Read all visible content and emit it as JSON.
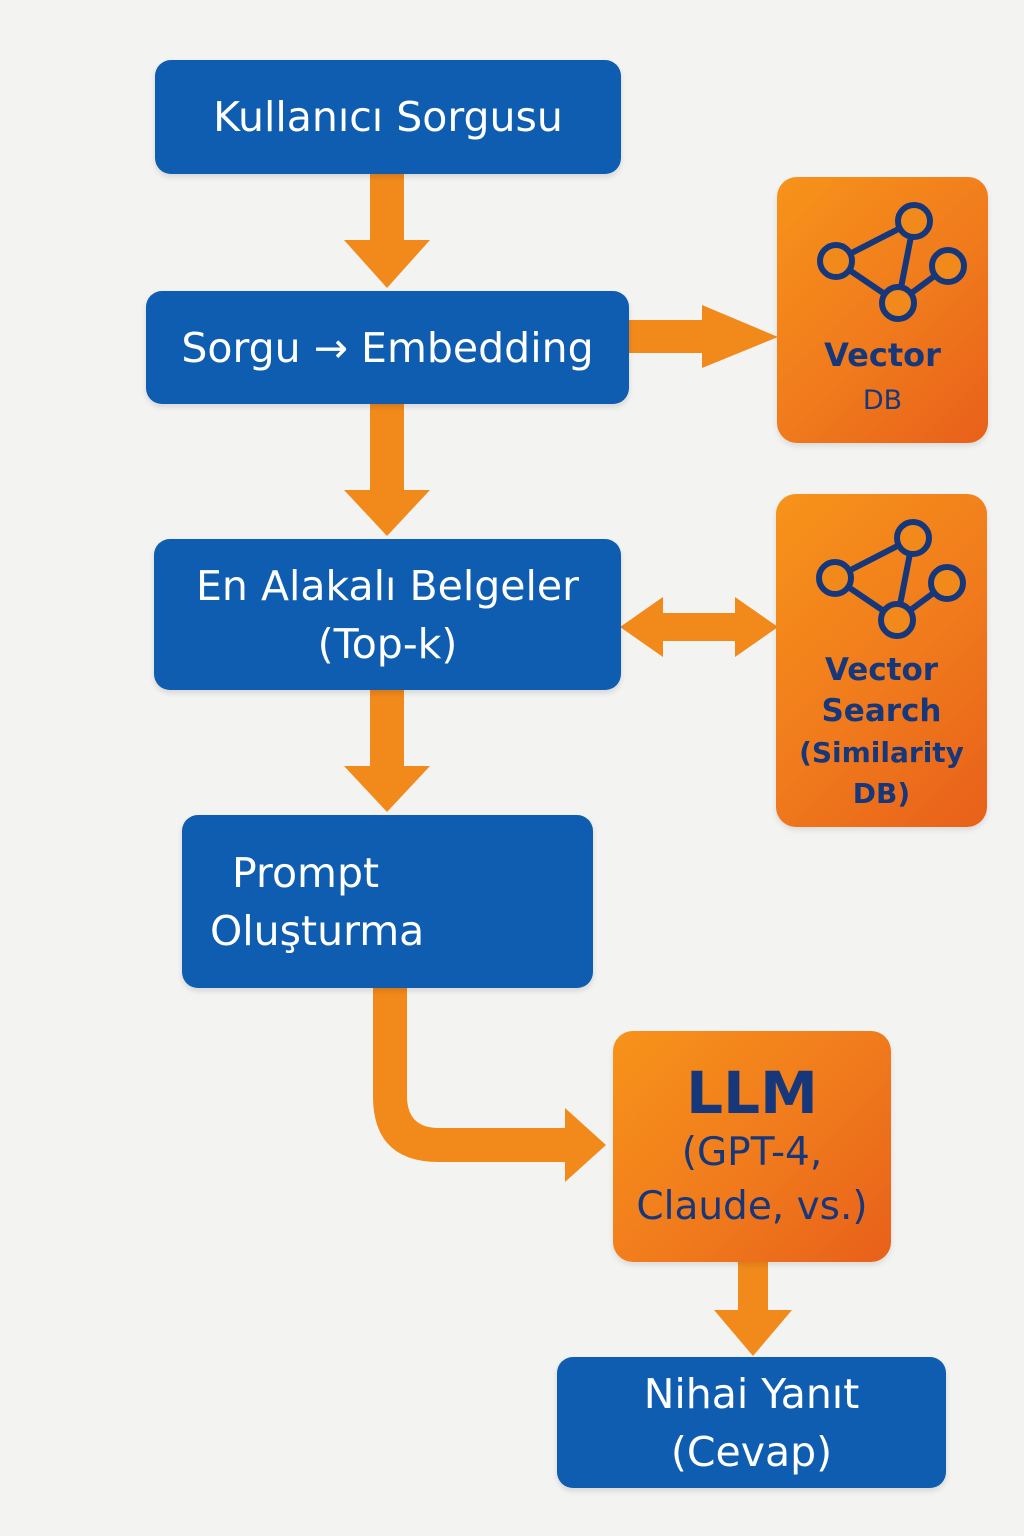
{
  "steps": {
    "user_query": {
      "lines": [
        "Kullanıcı Sorgusu"
      ]
    },
    "query_embedding": {
      "lines": [
        "Sorgu → Embedding"
      ]
    },
    "top_docs": {
      "lines": [
        "En Alakalı Belgeler",
        "(Top-k)"
      ]
    },
    "prompt_build": {
      "lines": [
        "Prompt",
        "Oluşturma"
      ]
    },
    "llm": {
      "lines": [
        "LLM",
        "(GPT-4,",
        "Claude, vs.)"
      ]
    },
    "final_answer": {
      "lines": [
        "Nihai Yanıt",
        "(Cevap)"
      ]
    }
  },
  "side_nodes": {
    "vector_db": {
      "lines": [
        "Vector",
        "DB"
      ],
      "icon": "network-graph-icon"
    },
    "vector_search": {
      "lines": [
        "Vector",
        "Search",
        "(Similarity",
        "DB)"
      ],
      "icon": "network-graph-icon"
    }
  },
  "colors": {
    "background": "#f3f3f2",
    "step_blue": "#0f5db0",
    "node_orange": "#f28a1b",
    "arrow_orange": "#f28a1b",
    "node_text": "#16377a",
    "step_text": "#ffffff",
    "prompt_lines": "#f5f0e6"
  }
}
